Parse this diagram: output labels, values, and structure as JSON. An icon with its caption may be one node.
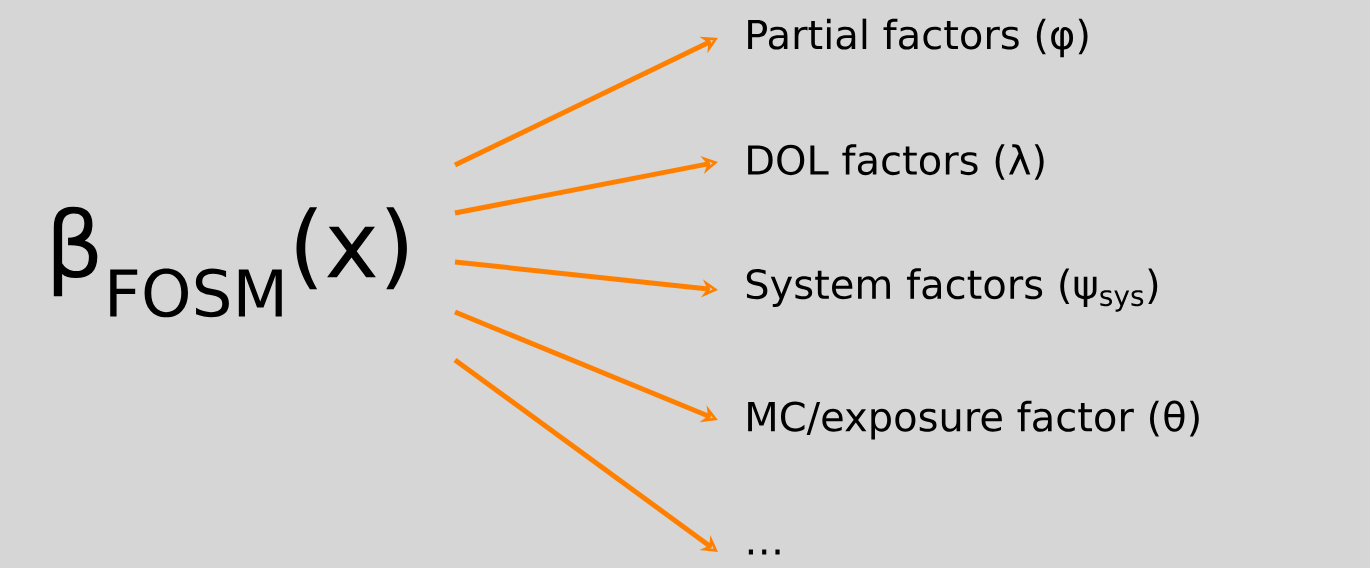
{
  "diagram": {
    "nodes": [
      {
        "text": [
          "β$_{FOSM}$(x)"
        ]
      },
      {
        "text": [
          "Partial factors (φ)"
        ]
      },
      {
        "text": [
          "DOL factors (λ)"
        ]
      },
      {
        "text": [
          "System factors (ψ$_{sys}$)"
        ]
      },
      {
        "text": [
          "MC/exposure factor (θ)"
        ]
      },
      {
        "text": [
          "…"
        ]
      }
    ],
    "edges": [
      {
        "from": 0,
        "to": 1,
        "arrow": "to"
      },
      {
        "from": 0,
        "to": 2,
        "arrow": "to"
      },
      {
        "from": 0,
        "to": 3,
        "arrow": "to"
      },
      {
        "from": 0,
        "to": 4,
        "arrow": "to"
      },
      {
        "from": 0,
        "to": 5,
        "arrow": "to"
      }
    ]
  }
}
